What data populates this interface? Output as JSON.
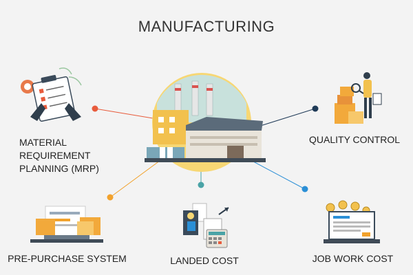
{
  "title": "MANUFACTURING",
  "nodes": {
    "mrp": {
      "lines": [
        "MATERIAL",
        "REQUIREMENT",
        "PLANNING (MRP)"
      ],
      "icon": "checklist-clipboard-icon",
      "dot_color": "#e85b3c"
    },
    "quality": {
      "label": "QUALITY CONTROL",
      "icon": "inspector-boxes-icon",
      "dot_color": "#1f3a57"
    },
    "prepurchase": {
      "label": "PRE-PURCHASE SYSTEM",
      "icon": "laptop-folders-icon",
      "dot_color": "#f2a22c"
    },
    "landed": {
      "label": "LANDED COST",
      "icon": "calculator-documents-icon",
      "dot_color": "#4aa3a6"
    },
    "jobwork": {
      "label": "JOB WORK COST",
      "icon": "laptop-invoice-icon",
      "dot_color": "#2b8fd6"
    }
  },
  "center": {
    "icon": "factory-icon"
  },
  "colors": {
    "line_mrp": "#e85b3c",
    "line_quality": "#1f3a57",
    "line_prepurchase": "#f2a22c",
    "line_landed": "#4aa3a6",
    "line_jobwork": "#2b8fd6"
  }
}
